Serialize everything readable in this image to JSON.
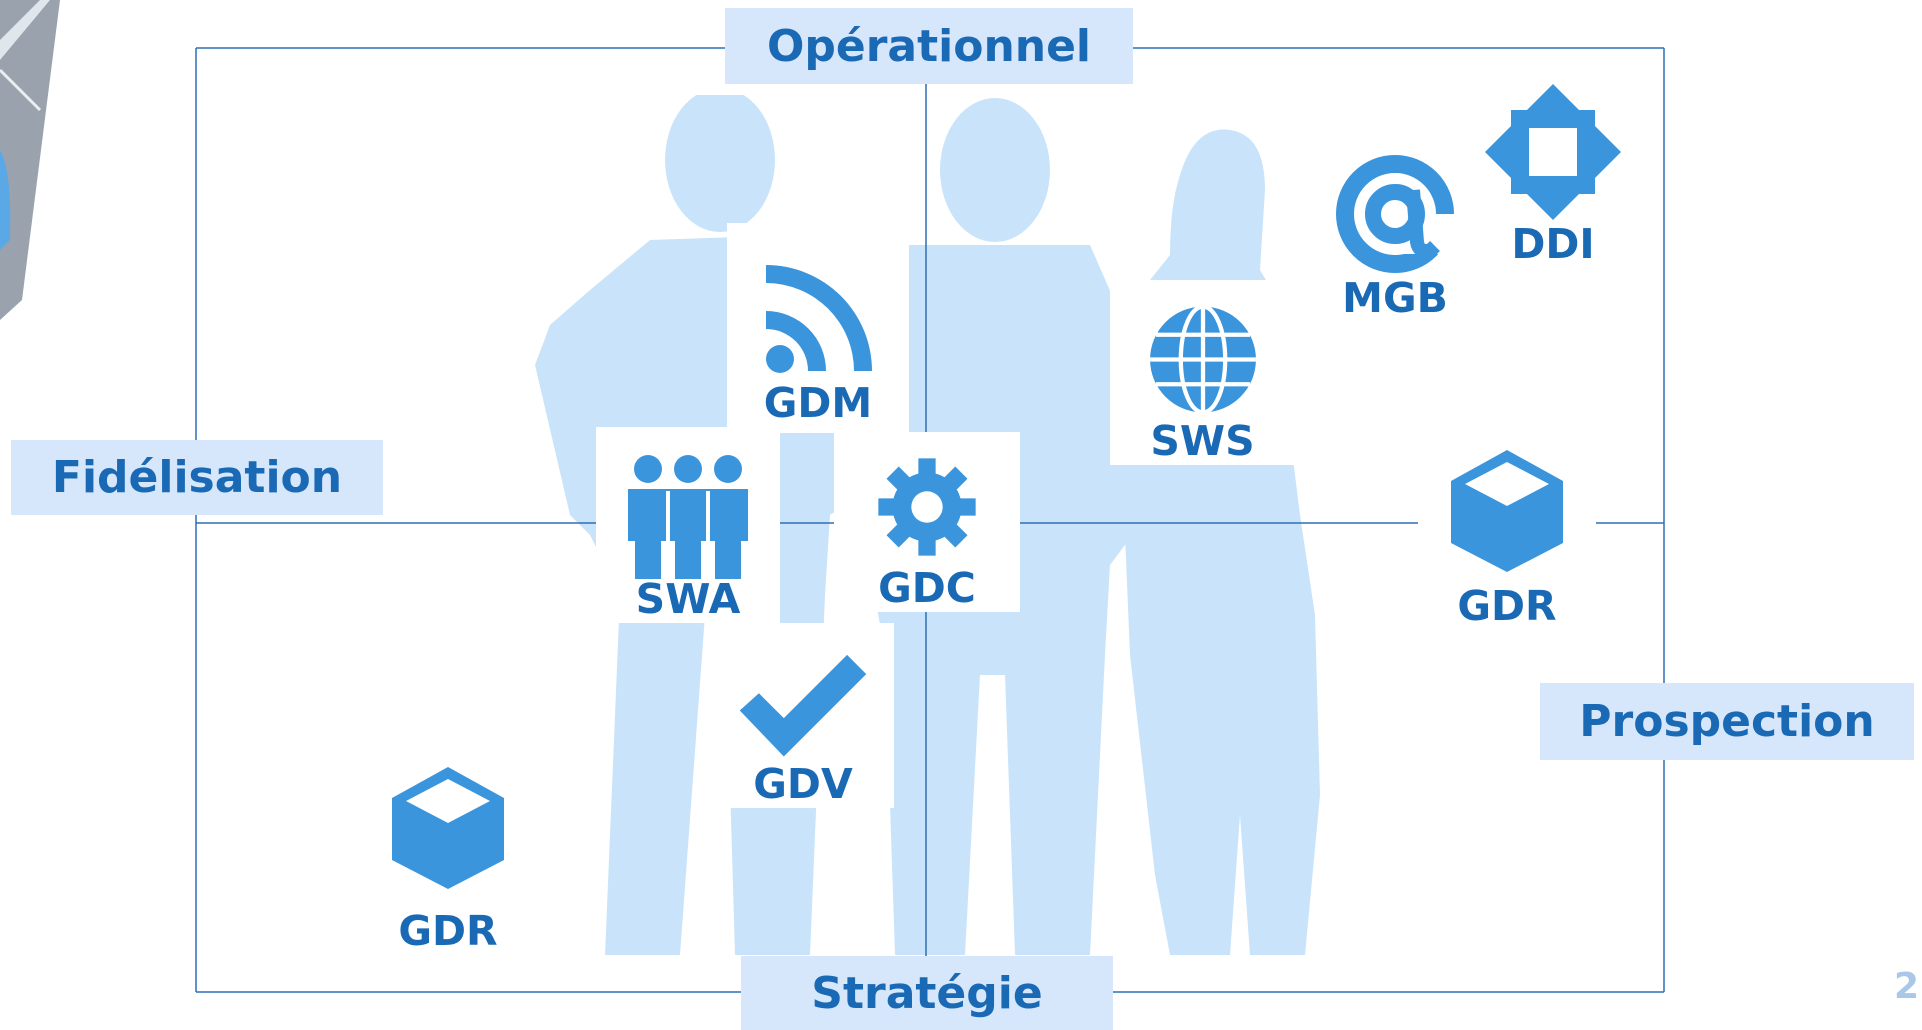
{
  "axes": {
    "top": "Opérationnel",
    "bottom": "Stratégie",
    "left": "Fidélisation",
    "right": "Prospection"
  },
  "items": {
    "gdm": "GDM",
    "swa": "SWA",
    "gdc": "GDC",
    "gdv": "GDV",
    "sws": "SWS",
    "mgb": "MGB",
    "ddi": "DDI",
    "gdr_right": "GDR",
    "gdr_left": "GDR"
  },
  "page_number": "2",
  "colors": {
    "icon": "#3b95dc",
    "label": "#1a69b4",
    "label_bg": "#d6e6fb",
    "silhouette": "#c9e4fa",
    "frame": "#2f6fb4"
  },
  "icons": [
    "rss-icon",
    "people-icon",
    "gear-icon",
    "checkmark-icon",
    "globe-icon",
    "at-sign-icon",
    "move-arrows-icon",
    "cube-icon"
  ]
}
